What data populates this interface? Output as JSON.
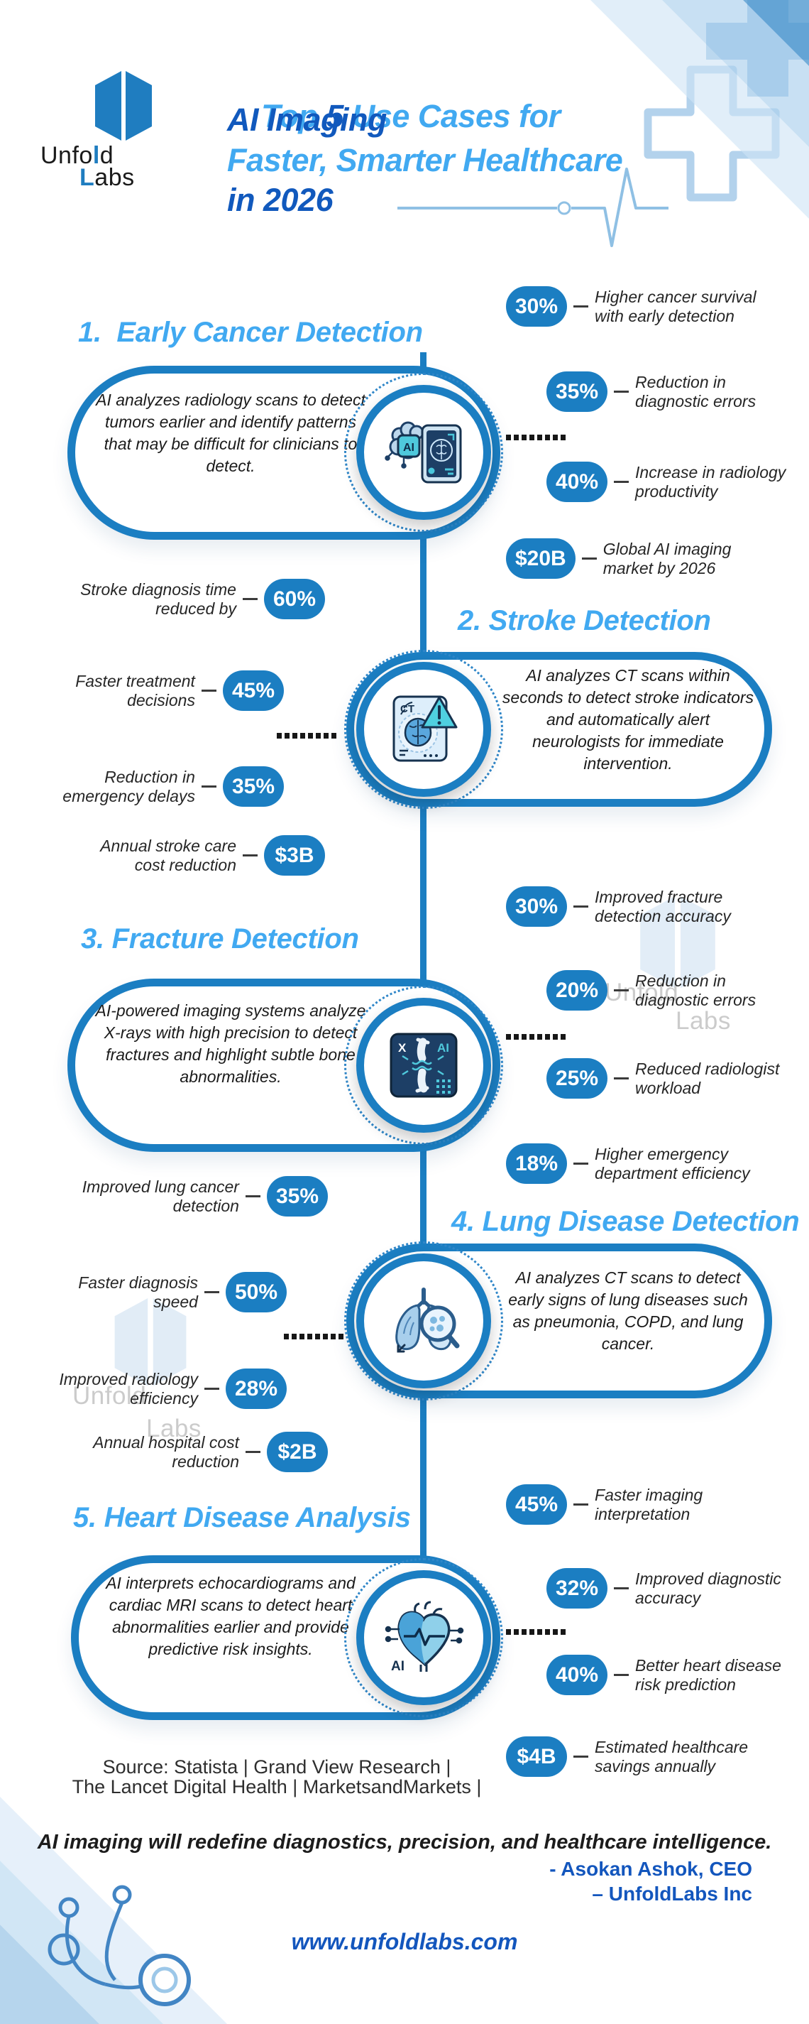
{
  "colors": {
    "accent_light_blue": "#41a9f1",
    "primary_blue": "#1b7ec2",
    "dark_blue": "#1159bd",
    "badge_blue": "#1b7ec2",
    "icon_teal": "#4fc9dc",
    "icon_navy": "#1d3f66"
  },
  "logo": {
    "word1_pre": "Unfo",
    "word1_bar": "l",
    "word1_post": "d",
    "word2_bar": "L",
    "word2_post": "abs"
  },
  "title": {
    "l1_a": "Top ",
    "l1_b": "5",
    "l1_c": " Use Cases for",
    "l2": "AI Imaging",
    "l3": "Faster, Smarter Healthcare",
    "l4": "in 2026"
  },
  "sections": [
    {
      "heading": "1.  Early Cancer Detection",
      "description": "AI analyzes radiology scans to detect tumors earlier and identify patterns that may be difficult for clinicians to detect.",
      "icon": "ai-brain-tablet-icon",
      "stats": [
        {
          "value": "30%",
          "label": "Higher cancer survival with early detection"
        },
        {
          "value": "35%",
          "label": "Reduction in diagnostic errors"
        },
        {
          "value": "40%",
          "label": "Increase in radiology productivity"
        },
        {
          "value": "$20B",
          "label": "Global AI imaging market by 2026"
        }
      ]
    },
    {
      "heading": "2. Stroke Detection",
      "description": "AI analyzes CT scans within seconds to detect stroke indicators and automatically alert neurologists for immediate intervention.",
      "icon": "ct-scan-alert-icon",
      "stats": [
        {
          "value": "60%",
          "label": "Stroke diagnosis time reduced by"
        },
        {
          "value": "45%",
          "label": "Faster treatment decisions"
        },
        {
          "value": "35%",
          "label": "Reduction in emergency delays"
        },
        {
          "value": "$3B",
          "label": "Annual stroke care cost reduction"
        }
      ]
    },
    {
      "heading": "3. Fracture Detection",
      "description": "AI-powered imaging systems analyze X-rays with high precision to detect fractures and highlight subtle bone abnormalities.",
      "icon": "xray-fracture-icon",
      "stats": [
        {
          "value": "30%",
          "label": "Improved fracture detection accuracy"
        },
        {
          "value": "20%",
          "label": "Reduction in diagnostic errors"
        },
        {
          "value": "25%",
          "label": "Reduced radiologist workload"
        },
        {
          "value": "18%",
          "label": "Higher emergency department efficiency"
        }
      ]
    },
    {
      "heading": "4. Lung Disease Detection",
      "description": "AI analyzes CT scans to detect early signs of lung diseases such as pneumonia, COPD, and lung cancer.",
      "icon": "lungs-magnifier-icon",
      "stats": [
        {
          "value": "35%",
          "label": "Improved lung cancer detection"
        },
        {
          "value": "50%",
          "label": "Faster diagnosis speed"
        },
        {
          "value": "28%",
          "label": "Improved radiology efficiency"
        },
        {
          "value": "$2B",
          "label": "Annual hospital cost reduction"
        }
      ]
    },
    {
      "heading": "5. Heart Disease Analysis",
      "description": "AI interprets echocardiograms and cardiac MRI scans to detect heart abnormalities earlier and provide predictive risk insights.",
      "icon": "ai-heart-icon",
      "stats": [
        {
          "value": "45%",
          "label": "Faster imaging interpretation"
        },
        {
          "value": "32%",
          "label": "Improved diagnostic accuracy"
        },
        {
          "value": "40%",
          "label": "Better heart disease risk prediction"
        },
        {
          "value": "$4B",
          "label": "Estimated healthcare savings annually"
        }
      ]
    }
  ],
  "watermark": {
    "line1": "Unfold",
    "line2": "Labs"
  },
  "source": {
    "line1": "Source:  Statista | Grand View Research |",
    "line2": "The Lancet Digital Health | MarketsandMarkets |"
  },
  "footer": {
    "quote": "AI imaging will redefine diagnostics, precision, and healthcare intelligence.",
    "attribution1": "- Asokan Ashok, CEO",
    "attribution2": "– UnfoldLabs Inc",
    "website": "www.unfoldlabs.com"
  }
}
